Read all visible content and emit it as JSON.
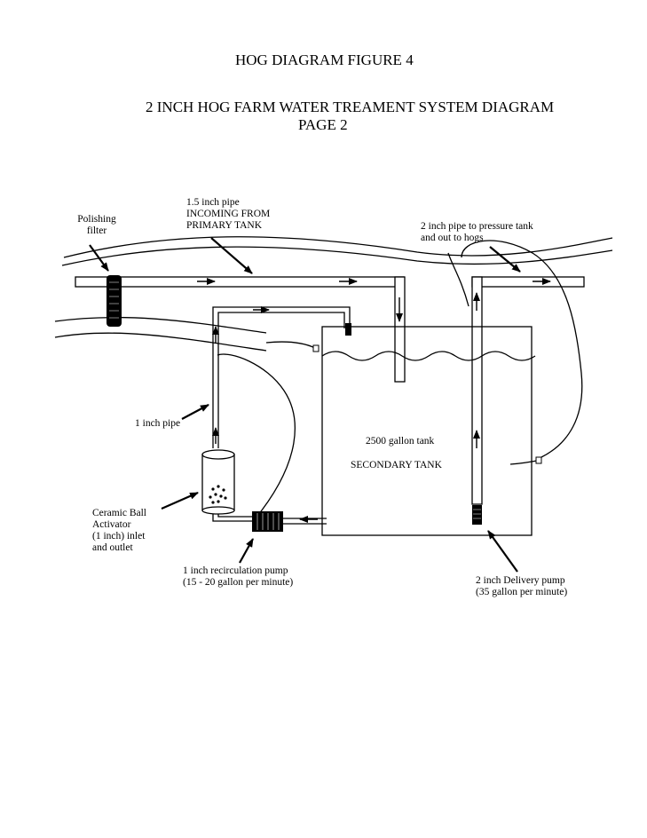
{
  "titles": {
    "figure": "HOG DIAGRAM FIGURE 4",
    "main": "2 INCH HOG FARM WATER TREAMENT SYSTEM DIAGRAM",
    "page": "PAGE 2"
  },
  "labels": {
    "polishing_filter": [
      "Polishing",
      "filter"
    ],
    "incoming_pipe": [
      "1.5 inch pipe",
      "INCOMING FROM",
      "PRIMARY TANK"
    ],
    "outgoing_pipe": [
      "2 inch pipe to pressure tank",
      "and out to hogs"
    ],
    "one_inch_pipe": "1 inch pipe",
    "tank_capacity": "2500 gallon tank",
    "tank_name": "SECONDARY TANK",
    "activator": [
      "Ceramic Ball",
      "Activator",
      "(1 inch) inlet",
      "and outlet"
    ],
    "recirc_pump": [
      "1 inch recirculation pump",
      "(15 - 20 gallon per minute)"
    ],
    "delivery_pump": [
      "2 inch Delivery pump",
      "(35 gallon per minute)"
    ]
  }
}
